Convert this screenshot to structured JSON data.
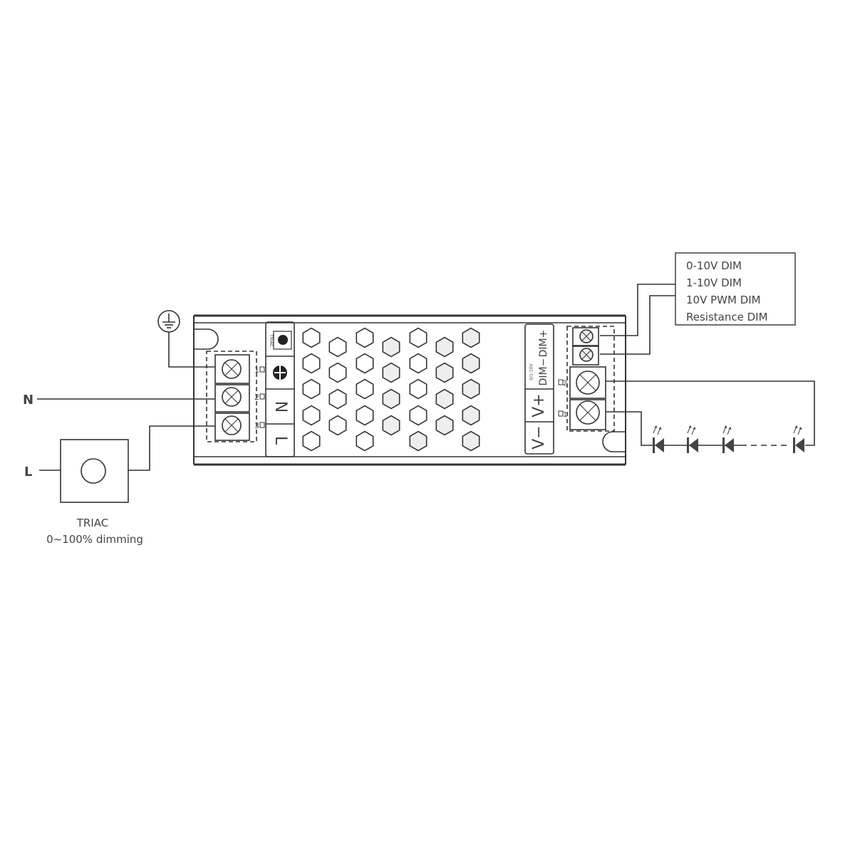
{
  "dim_box": {
    "lines": [
      "0-10V DIM",
      "1-10V DIM",
      "10V PWM DIM",
      "Resistance DIM"
    ]
  },
  "inputs": {
    "n_label": "N",
    "l_label": "L"
  },
  "triac": {
    "title": "TRIAC",
    "subtitle": "0~100% dimming"
  },
  "driver": {
    "left_terminals": [
      "1",
      "2",
      "3"
    ],
    "panel_labels": {
      "triac": "TRIAC",
      "n": "N",
      "l": "L"
    },
    "right_panel": {
      "dim_plus": "DIM+",
      "dim_minus": "DIM−",
      "dim_range": "0/1-10V",
      "v_plus": "V+",
      "v_minus": "V−"
    },
    "output_terminals": [
      "2",
      "1"
    ]
  },
  "colors": {
    "line": "#333333",
    "led": "#444444",
    "vent_fill": "#eeeeee"
  }
}
